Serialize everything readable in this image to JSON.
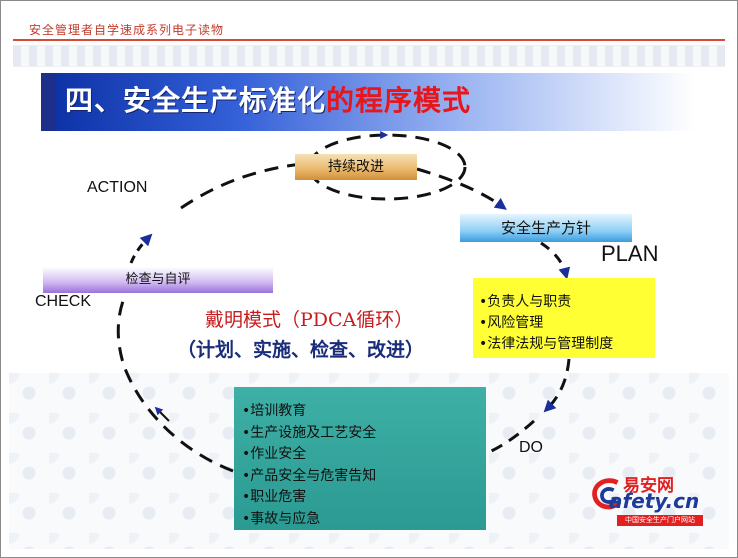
{
  "header": {
    "series_title": "安全管理者自学速成系列电子读物"
  },
  "title": {
    "part_a": "四、安全生产标准化",
    "part_b": "的程序模式"
  },
  "cycle": {
    "action_label": "ACTION",
    "check_label": "CHECK",
    "plan_label": "PLAN",
    "do_label": "DO",
    "continuous_box": "持续改进",
    "policy_box": "安全生产方针",
    "check_box": "检查与自评",
    "plan_items": [
      "•负责人与职责",
      "•风险管理",
      "•法律法规与管理制度"
    ],
    "do_items": [
      "•培训教育",
      "•生产设施及工艺安全",
      "•作业安全",
      "•产品安全与危害告知",
      "•职业危害",
      "•事故与应急"
    ]
  },
  "center": {
    "line1": "戴明模式（PDCA循环）",
    "line2": "（计划、实施、检查、改进）"
  },
  "logo": {
    "cn": "易安网",
    "en": "afety.cn",
    "sub": "中国安全生产门户网站"
  },
  "colors": {
    "title_red": "#e8161a",
    "plan_box": "#ffff33",
    "do_box": "#2a9a92"
  }
}
